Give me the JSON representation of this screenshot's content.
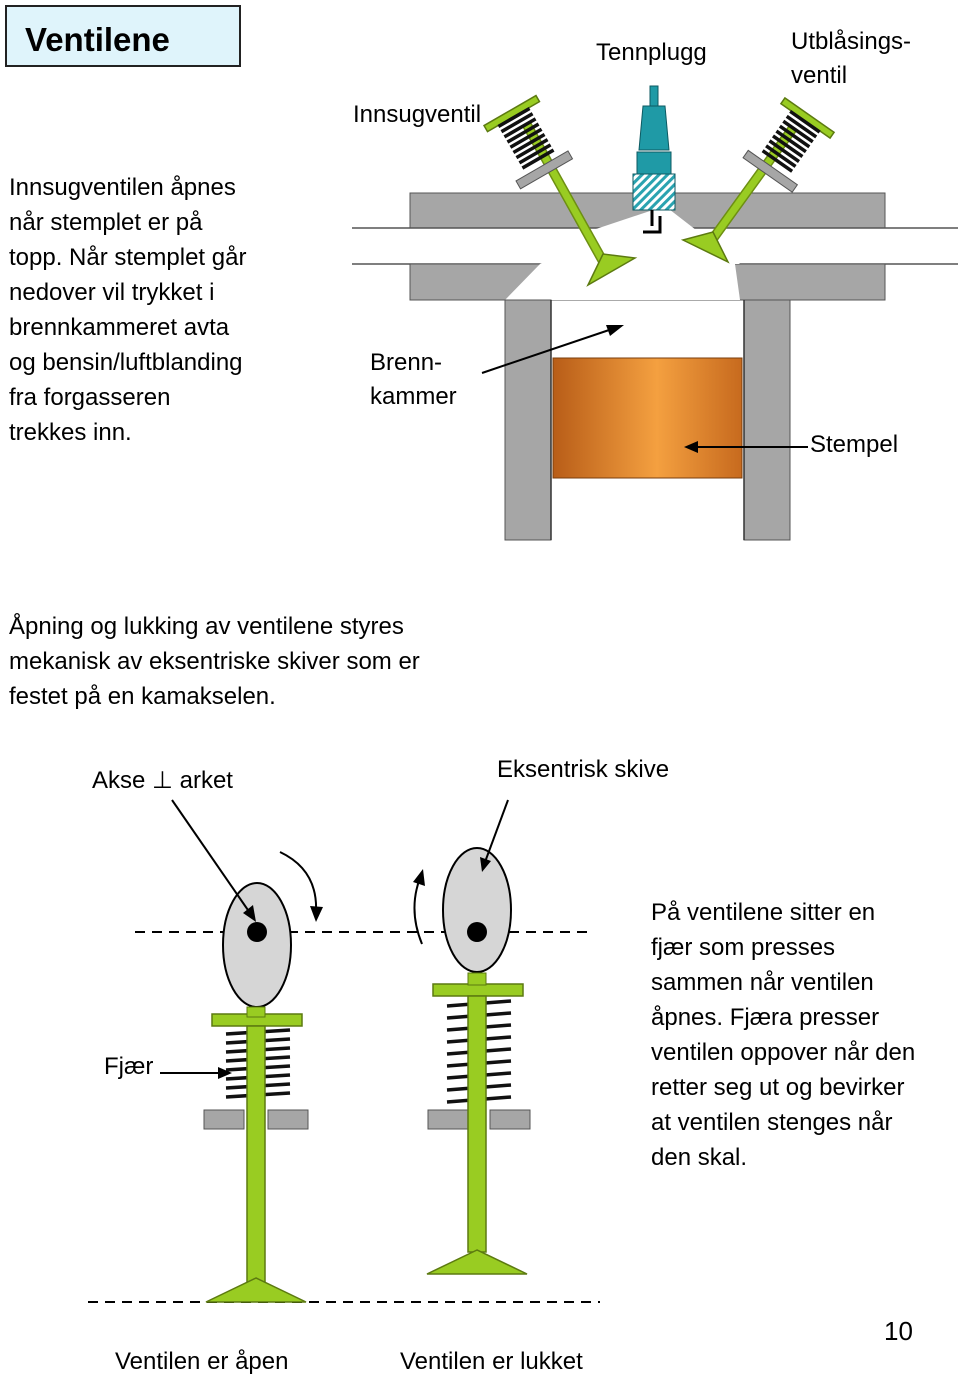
{
  "title": "Ventilene",
  "intro_text": "Innsugventilen åpnes\nnår stemplet er på\ntopp. Når stemplet går\nnedover vil trykket i\nbrennkammeret avta\nog bensin/luftblanding\nfra forgasseren\ntrekkes inn.",
  "engine_labels": {
    "intake_valve": "Innsugventil",
    "spark_plug": "Tennplugg",
    "exhaust_valve": "Utblåsings-\nventil",
    "combustion_chamber": "Brenn-\nkammer",
    "piston": "Stempel"
  },
  "middle_text": "Åpning og lukking av ventilene styres\nmekanisk  av eksentriske skiver som er\nfestet på en kamakselen.",
  "cam_labels": {
    "axis": "Akse ⊥ arket",
    "eccentric_disc": "Eksentrisk skive",
    "spring": "Fjær",
    "valve_open": "Ventilen er  åpen",
    "valve_closed": "Ventilen er  lukket"
  },
  "spring_text": "På ventilene sitter en\nfjær som presses\nsammen når ventilen\nåpnes. Fjæra presser\nventilen oppover når den\nretter seg ut og bevirker\nat ventilen stenges når\nden skal.",
  "page_number": "10",
  "colors": {
    "title_bg": "#dff4fb",
    "valve_green": "#99cc22",
    "piston_orange": "#e8862e",
    "cylinder_gray": "#a6a6a6",
    "cam_gray": "#d6d6d6",
    "plug_teal": "#1f9aa6"
  }
}
